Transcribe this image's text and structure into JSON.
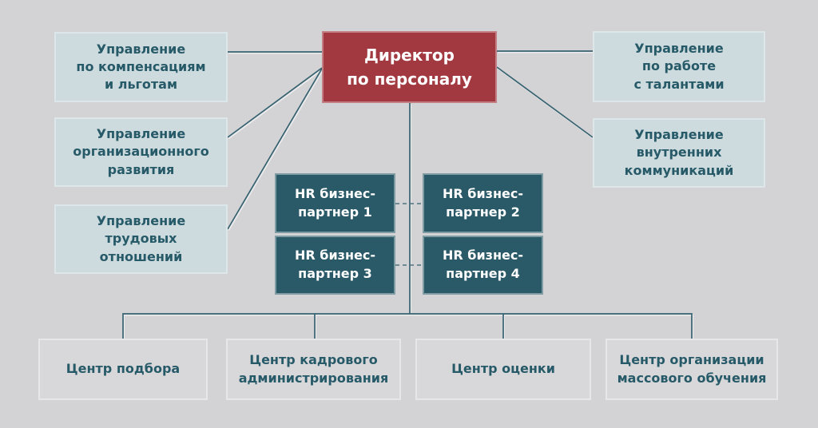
{
  "colors": {
    "background": "#d3d3d6",
    "director_bg": "#a23940",
    "director_text": "#ffffff",
    "division_bg": "#cedbde",
    "division_text": "#275a68",
    "partner_bg": "#2a5967",
    "partner_text": "#ffffff",
    "center_bg": "#d8d8da",
    "center_border": "#e7e7e9",
    "center_text": "#275a68",
    "line": "#36626f"
  },
  "org_chart": {
    "director": {
      "label": "Директор\nпо персоналу"
    },
    "left_divisions": [
      {
        "label": "Управление\nпо компенсациям\nи льготам"
      },
      {
        "label": "Управление\nорганизационного\nразвития"
      },
      {
        "label": "Управление\nтрудовых\nотношений"
      }
    ],
    "right_divisions": [
      {
        "label": "Управление\nпо работе\nс талантами"
      },
      {
        "label": "Управление\nвнутренних\nкоммуникаций"
      }
    ],
    "hr_partners": [
      {
        "label": "HR бизнес-\nпартнер 1"
      },
      {
        "label": "HR бизнес-\nпартнер 2"
      },
      {
        "label": "HR бизнес-\nпартнер 3"
      },
      {
        "label": "HR бизнес-\nпартнер 4"
      }
    ],
    "centers": [
      {
        "label": "Центр подбора"
      },
      {
        "label": "Центр кадрового\nадминистрирования"
      },
      {
        "label": "Центр оценки"
      },
      {
        "label": "Центр организации\nмассового обучения"
      }
    ]
  }
}
